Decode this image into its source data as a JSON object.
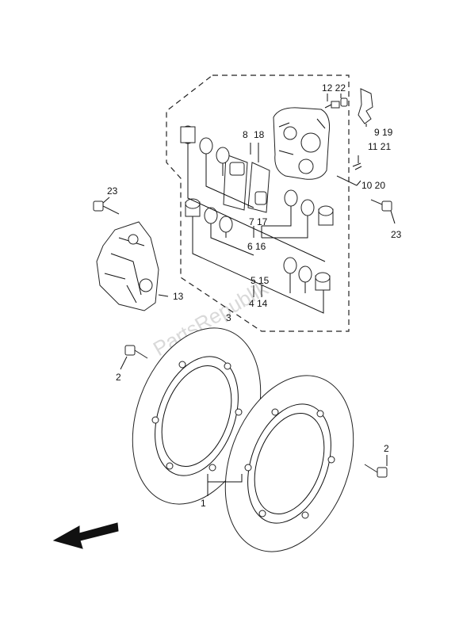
{
  "watermark": "PartsRepublik",
  "callouts": {
    "c1": "1",
    "c2a": "2",
    "c2b": "2",
    "c3": "3",
    "c4_14": "4 14",
    "c5_15": "5 15",
    "c6_16": "6 16",
    "c7_17": "7 17",
    "c8": "8",
    "c18": "18",
    "c9_19": "9 19",
    "c10_20": "10 20",
    "c11_21": "11 21",
    "c12_22": "12 22",
    "c13": "13",
    "c23a": "23",
    "c23b": "23"
  },
  "parts": {
    "caliper_front": "caliper-body",
    "caliper_left": "caliper-assembly",
    "disc_left": "brake-disc",
    "disc_right": "brake-disc",
    "pads": "brake-pad-set"
  },
  "icons": {
    "direction": "arrow-front-icon"
  }
}
